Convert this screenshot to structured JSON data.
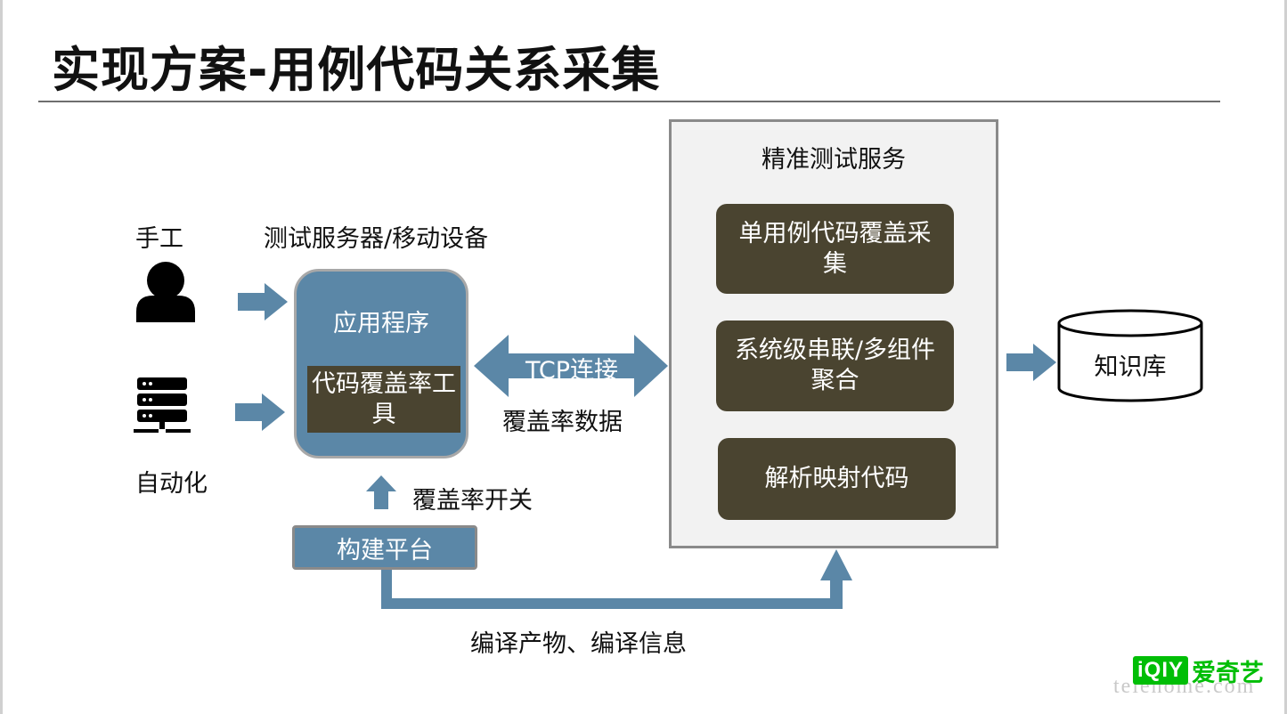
{
  "title": "实现方案-用例代码关系采集",
  "inputs": {
    "manual_label": "手工",
    "auto_label": "自动化"
  },
  "device_group_label": "测试服务器/移动设备",
  "app": {
    "label": "应用程序",
    "coverage_tool": "代码覆盖率工具"
  },
  "connection": {
    "tcp_label": "TCP连接",
    "data_label": "覆盖率数据"
  },
  "coverage_switch_label": "覆盖率开关",
  "build_platform_label": "构建平台",
  "build_output_label": "编译产物、编译信息",
  "service": {
    "title": "精准测试服务",
    "steps": [
      "单用例代码覆盖采集",
      "系统级串联/多组件聚合",
      "解析映射代码"
    ]
  },
  "knowledge_base_label": "知识库",
  "logo": {
    "badge": "iQIY",
    "text": "爱奇艺"
  },
  "watermark": "telehome.com",
  "colors": {
    "blue": "#5b87a7",
    "dark": "#4a4430",
    "panel": "#f2f2f2",
    "brand_green": "#00be06"
  },
  "icons": [
    "person-icon",
    "server-icon",
    "database-icon"
  ]
}
